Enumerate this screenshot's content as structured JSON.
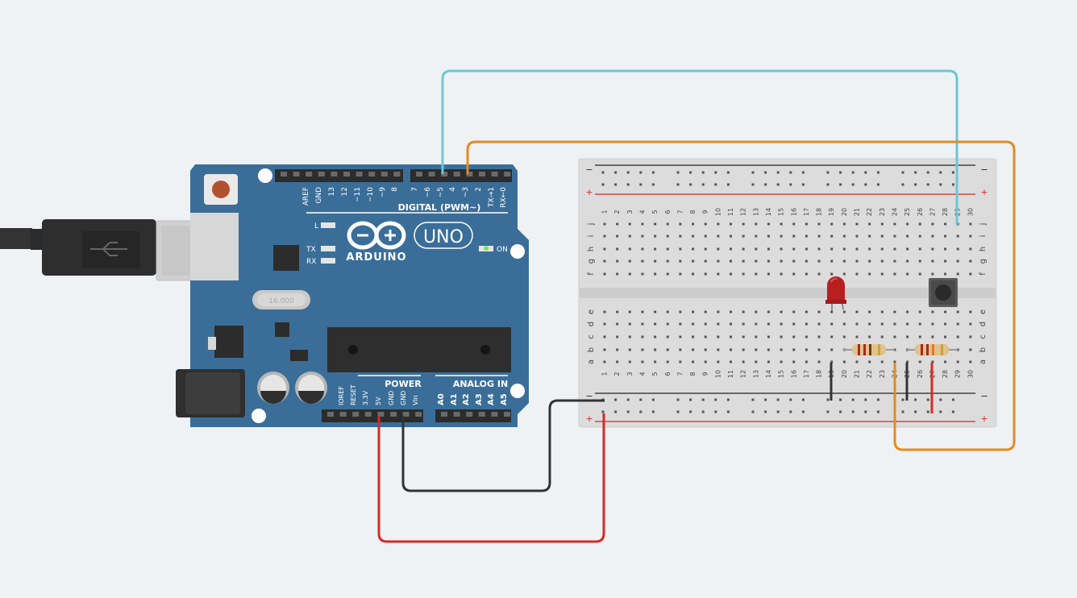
{
  "arduino": {
    "brand": "ARDUINO",
    "model": "UNO",
    "digital_title": "DIGITAL (PWM~)",
    "power_title": "POWER",
    "analog_title": "ANALOG IN",
    "on_label": "ON",
    "l_label": "L",
    "tx_label": "TX",
    "rx_label": "RX",
    "crystal_label": "16.000",
    "digital_pins": [
      "AREF",
      "GND",
      "13",
      "12",
      "~11",
      "~10",
      "~9",
      "8",
      "7",
      "~6",
      "~5",
      "4",
      "~3",
      "2",
      "TX→1",
      "RX←0"
    ],
    "power_pins": [
      "IOREF",
      "RESET",
      "3.3V",
      "5V",
      "GND",
      "GND",
      "Vin"
    ],
    "analog_pins": [
      "A0",
      "A1",
      "A2",
      "A3",
      "A4",
      "A5"
    ]
  },
  "breadboard": {
    "columns": [
      "1",
      "2",
      "3",
      "4",
      "5",
      "6",
      "7",
      "8",
      "9",
      "10",
      "11",
      "12",
      "13",
      "14",
      "15",
      "16",
      "17",
      "18",
      "19",
      "20",
      "21",
      "22",
      "23",
      "24",
      "25",
      "26",
      "27",
      "28",
      "29",
      "30"
    ],
    "rows_top": [
      "j",
      "i",
      "h",
      "g",
      "f"
    ],
    "rows_bottom": [
      "e",
      "d",
      "c",
      "b",
      "a"
    ],
    "rail_minus": "−",
    "rail_plus": "+"
  },
  "colors": {
    "board": "#3a6e98",
    "wire_blue": "#6ec6d4",
    "wire_orange": "#e58a1e",
    "wire_red": "#d62a26",
    "wire_black": "#333333",
    "led": "#b81f1f"
  },
  "components": [
    "arduino-uno",
    "usb-cable",
    "breadboard",
    "red-led",
    "push-button",
    "resistor",
    "resistor"
  ]
}
